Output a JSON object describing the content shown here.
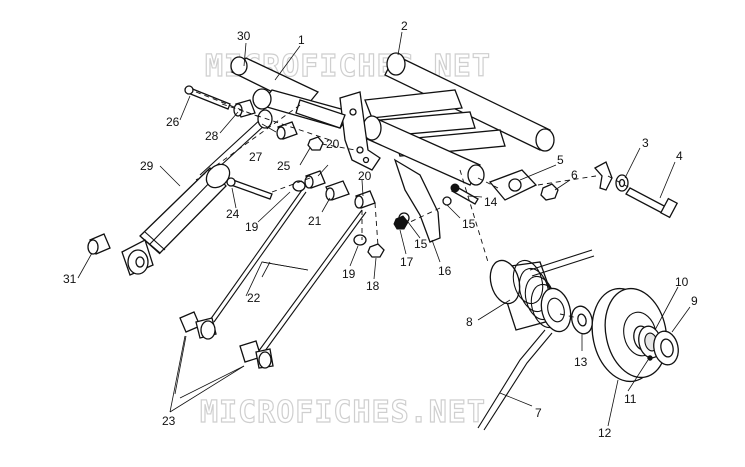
{
  "watermarks": [
    "MICROFICHES.NET",
    "MICROFICHES.NET"
  ],
  "callouts": [
    "1",
    "2",
    "3",
    "4",
    "5",
    "6",
    "7",
    "8",
    "9",
    "10",
    "11",
    "12",
    "13",
    "14",
    "15",
    "15",
    "16",
    "17",
    "18",
    "19",
    "19",
    "20",
    "20",
    "21",
    "22",
    "23",
    "24",
    "25",
    "26",
    "27",
    "28",
    "29",
    "30",
    "31"
  ]
}
